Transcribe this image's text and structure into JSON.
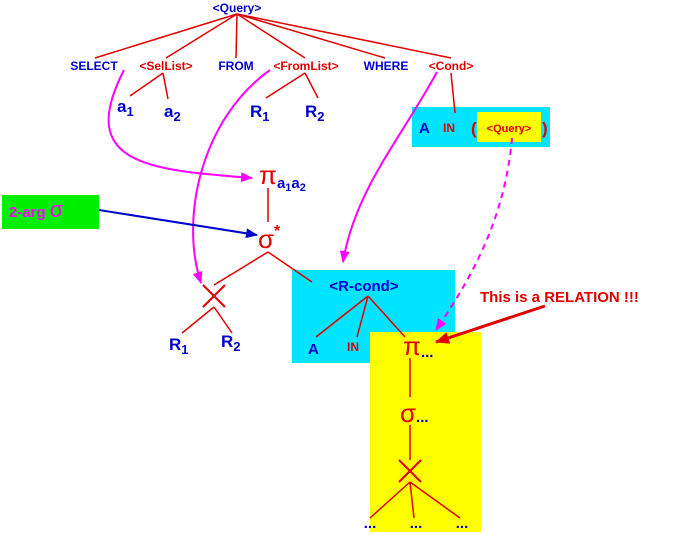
{
  "parse_tree": {
    "root": "<Query>",
    "level1": {
      "select": "SELECT",
      "sellist": "<SelList>",
      "from": "FROM",
      "fromlist": "<FromList>",
      "where": "WHERE",
      "cond": "<Cond>"
    },
    "sellist_children": {
      "a1_base": "a",
      "a1_sub": "1",
      "a2_base": "a",
      "a2_sub": "2"
    },
    "fromlist_children": {
      "r1_base": "R",
      "r1_sub": "1",
      "r2_base": "R",
      "r2_sub": "2"
    },
    "cond_box": {
      "a": "A",
      "in": "IN",
      "open_paren": "(",
      "query": "<Query>",
      "close_paren": ")"
    }
  },
  "algebra_tree": {
    "pi": "π",
    "pi_sub": "a",
    "pi_sub_1": "1",
    "pi_sub_a2": "a",
    "pi_sub_2": "2",
    "sigma": "σ",
    "sigma_star": "*",
    "cross": "×",
    "r1_base": "R",
    "r1_sub": "1",
    "r2_base": "R",
    "r2_sub": "2",
    "rcond_box": {
      "title": "<R-cond>",
      "a": "A",
      "in": "IN"
    },
    "sub_tree": {
      "pi": "π",
      "pi_dots": "...",
      "sigma": "σ",
      "sigma_dots": "...",
      "cross": "×",
      "leaf1": "...",
      "leaf2": "...",
      "leaf3": "..."
    }
  },
  "annotations": {
    "two_arg_sigma_prefix": "2-arg",
    "two_arg_sigma_symbol": "σ",
    "relation_note": "This is a RELATION !!!"
  },
  "colors": {
    "red": "#e00000",
    "blue": "#0000cc",
    "magenta": "#ff00ff",
    "cyan": "#00e5ff",
    "yellow": "#ffff00",
    "green": "#00ee00"
  }
}
